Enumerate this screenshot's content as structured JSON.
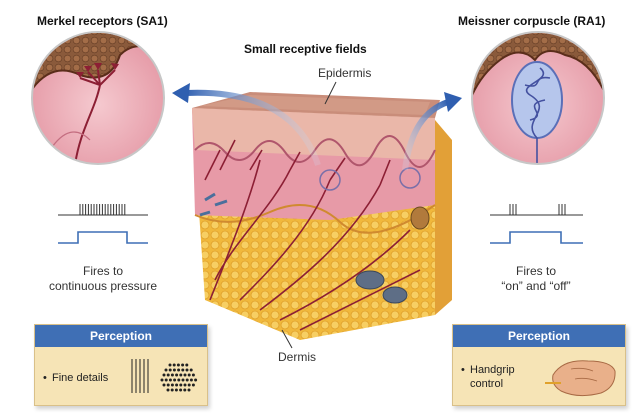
{
  "left": {
    "title": "Merkel receptors (SA1)",
    "caption_line1": "Fires to",
    "caption_line2": "continuous pressure",
    "perception_header": "Perception",
    "perception_item": "Fine details"
  },
  "right": {
    "title": "Meissner corpuscle (RA1)",
    "caption_line1": "Fires to",
    "caption_line2": "“on” and “off”",
    "perception_header": "Perception",
    "perception_item_line1": "Handgrip",
    "perception_item_line2": "control"
  },
  "center": {
    "title": "Small receptive fields",
    "epidermis_label": "Epidermis",
    "dermis_label": "Dermis"
  },
  "colors": {
    "accent_blue": "#3f6fb5",
    "perception_bg": "#f6e4b6",
    "skin_pink": "#e9a6b0",
    "fat_yellow": "#f2c04a"
  },
  "icons": {
    "bullet": "•"
  }
}
